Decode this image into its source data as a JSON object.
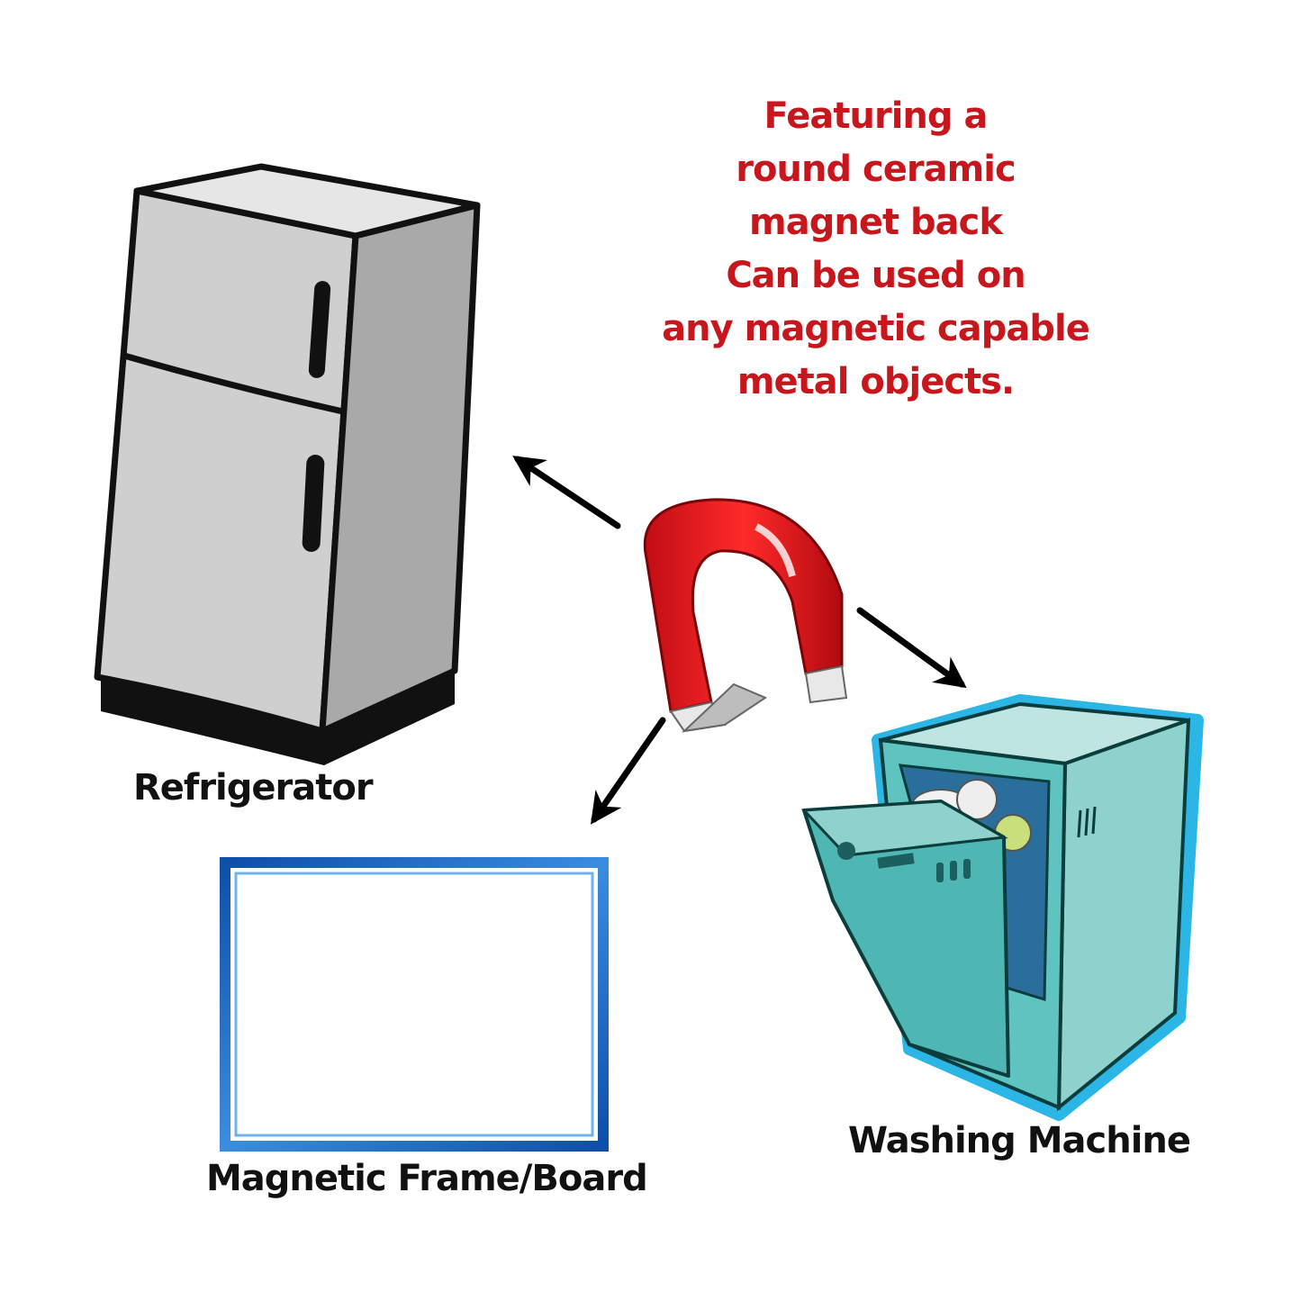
{
  "headline": {
    "lines": [
      "Featuring a",
      "round ceramic",
      "magnet back",
      "Can be used on",
      "any magnetic capable",
      "metal objects."
    ],
    "color": "#c8161d"
  },
  "labels": {
    "refrigerator": "Refrigerator",
    "frame": "Magnetic Frame/Board",
    "washer": "Washing Machine"
  },
  "colors": {
    "label": "#111111",
    "fridge_body": "#cfcfcf",
    "fridge_side": "#a9a9a9",
    "magnet_red": "#e0141b",
    "magnet_tip": "#e8e8e8",
    "frame_blue": "#1e63b6",
    "washer_teal": "#5fc4c0",
    "washer_outline": "#2bb6e6"
  },
  "icons": {
    "center": "horseshoe-magnet-icon",
    "fridge": "refrigerator-icon",
    "frame": "magnetic-frame-icon",
    "washer": "dishwasher-icon"
  }
}
